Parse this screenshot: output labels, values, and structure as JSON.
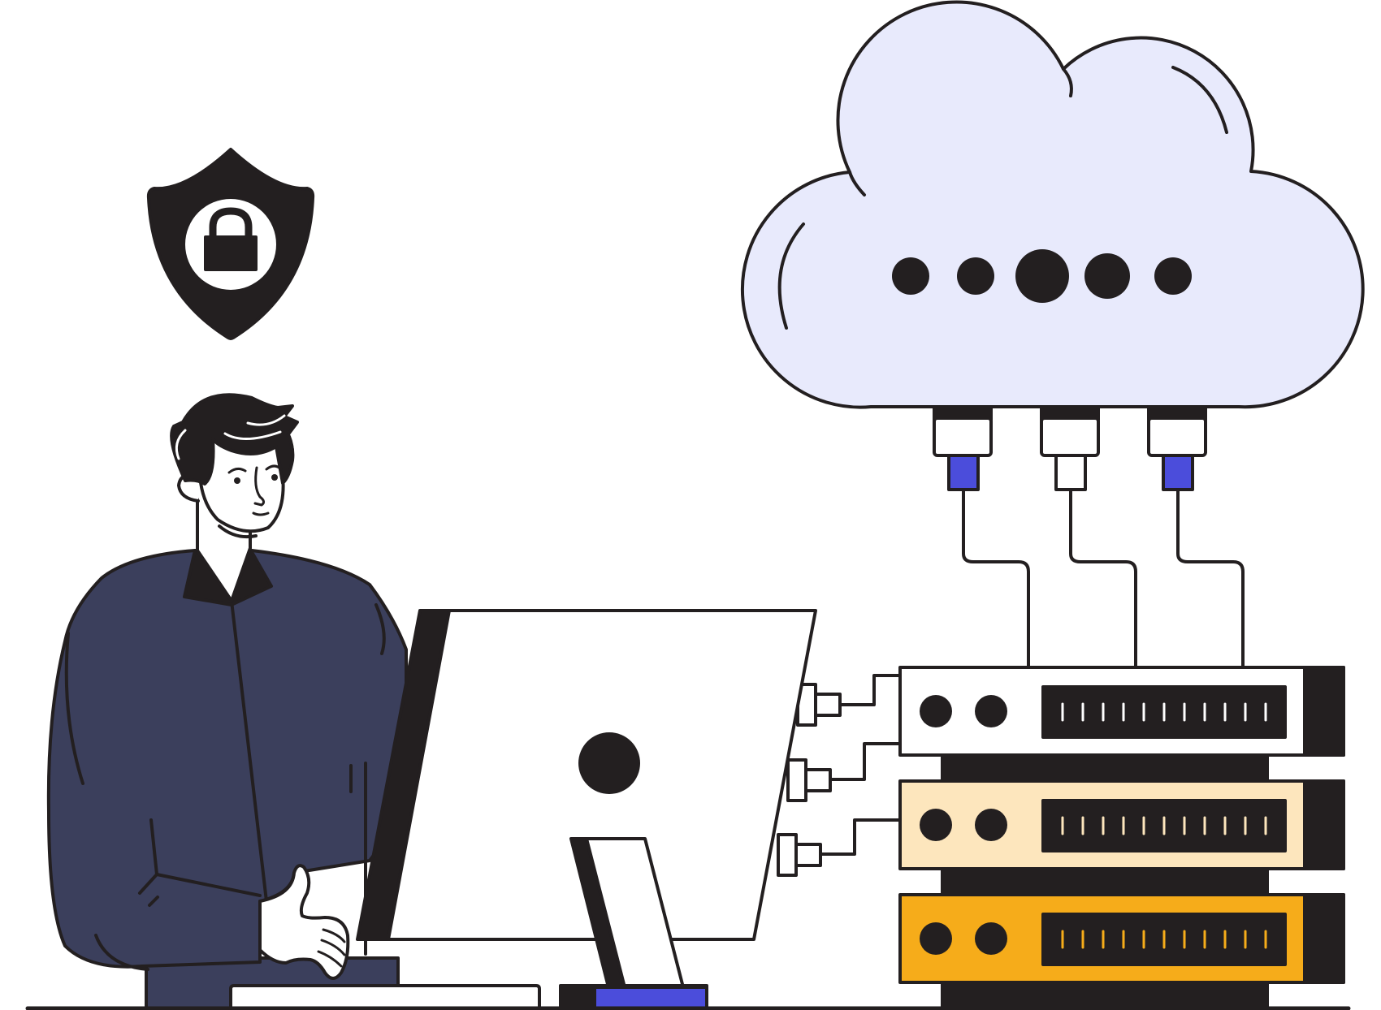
{
  "illustration": {
    "subject": "cloud-server-security",
    "colors": {
      "ink": "#231f20",
      "cloud_fill": "#e8eafc",
      "accent_blue": "#4b4ddb",
      "jacket_navy": "#3b3f5c",
      "server_cream": "#fde6bd",
      "server_orange": "#f6ac1a",
      "white": "#ffffff"
    },
    "icons": [
      "shield-lock-icon",
      "cloud-icon",
      "monitor-icon",
      "server-rack-icon",
      "person-figure"
    ],
    "cloud": {
      "dots_count": 5
    },
    "servers": [
      {
        "name": "server-unit-1",
        "fill": "#ffffff",
        "led_color": "#ffffff"
      },
      {
        "name": "server-unit-2",
        "fill": "#fde6bd",
        "led_color": "#fde6bd"
      },
      {
        "name": "server-unit-3",
        "fill": "#f6ac1a",
        "led_color": "#f6ac1a"
      }
    ],
    "cloud_connectors": [
      {
        "name": "connector-left",
        "plug_color": "#4b4ddb"
      },
      {
        "name": "connector-middle",
        "plug_color": "#ffffff"
      },
      {
        "name": "connector-right",
        "plug_color": "#4b4ddb"
      }
    ]
  }
}
